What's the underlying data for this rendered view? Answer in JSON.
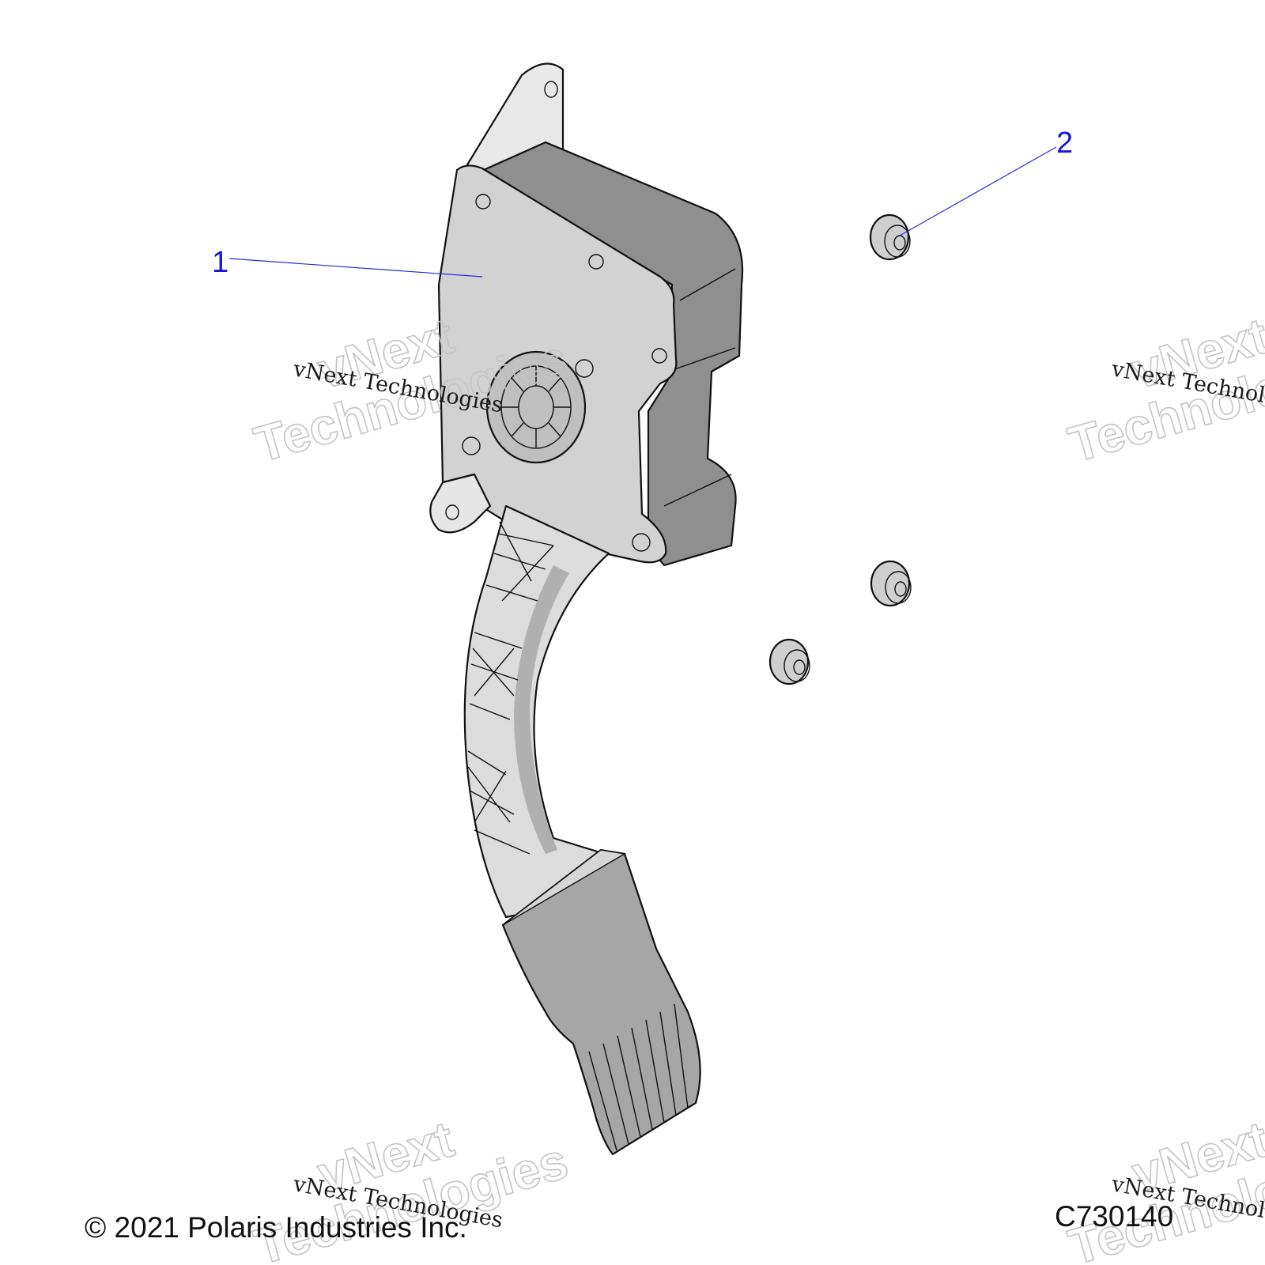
{
  "callouts": [
    {
      "number": "1"
    },
    {
      "number": "2"
    }
  ],
  "watermark": {
    "line_small": "vNext Technologies",
    "line_big_1": "vNext",
    "line_big_2": "Technologies"
  },
  "footer": {
    "copyright": "© 2021 Polaris Industries Inc.",
    "diagram_id": "C730140"
  },
  "colors": {
    "callout": "#1515d8",
    "part_fill_light": "#e6e6e6",
    "part_fill_mid": "#c9c9c9",
    "part_fill_dark": "#9c9c9c"
  }
}
